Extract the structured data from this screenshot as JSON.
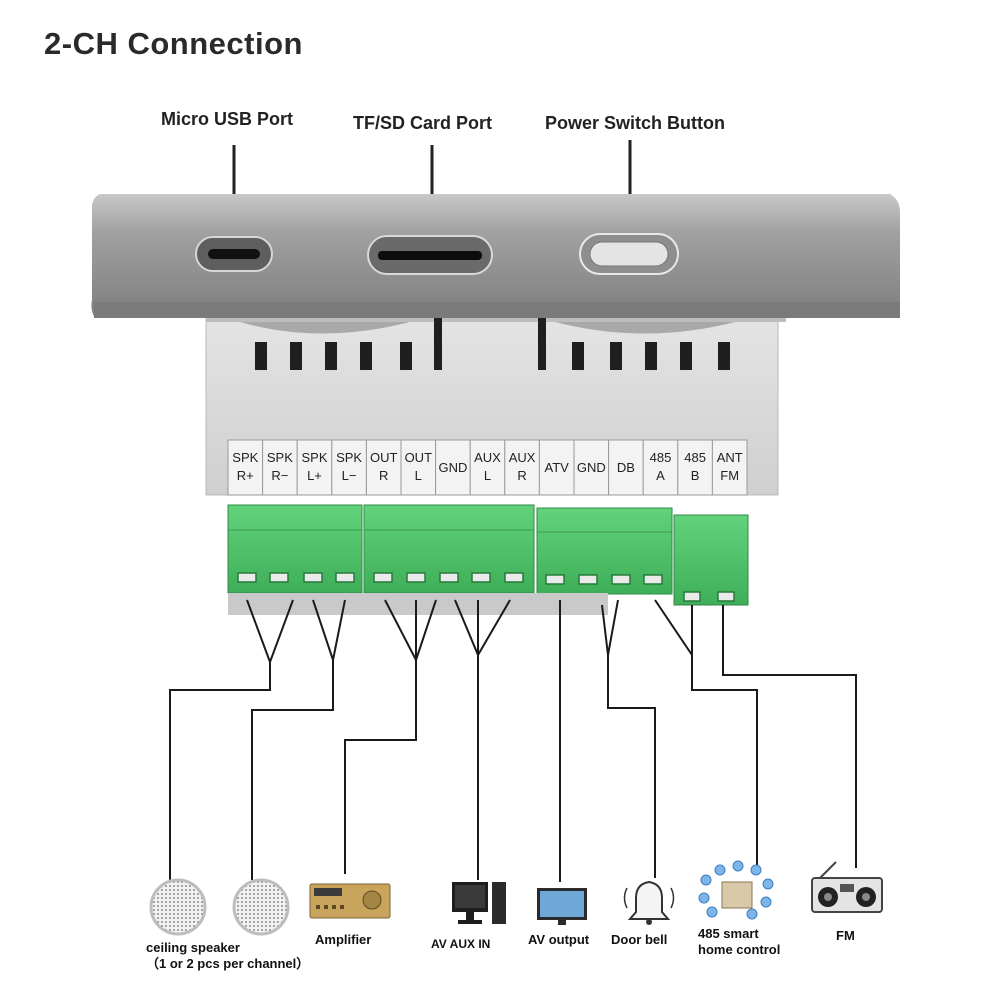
{
  "title": "2-CH Connection",
  "ports": [
    {
      "id": "usb",
      "label": "Micro USB Port"
    },
    {
      "id": "tf",
      "label": "TF/SD Card Port"
    },
    {
      "id": "power",
      "label": "Power Switch Button"
    }
  ],
  "terminals": [
    {
      "line1": "SPK",
      "line2": "R+"
    },
    {
      "line1": "SPK",
      "line2": "R−"
    },
    {
      "line1": "SPK",
      "line2": "L+"
    },
    {
      "line1": "SPK",
      "line2": "L−"
    },
    {
      "line1": "OUT",
      "line2": "R"
    },
    {
      "line1": "OUT",
      "line2": "L"
    },
    {
      "line1": "GND",
      "line2": ""
    },
    {
      "line1": "AUX",
      "line2": "L"
    },
    {
      "line1": "AUX",
      "line2": "R"
    },
    {
      "line1": "ATV",
      "line2": ""
    },
    {
      "line1": "GND",
      "line2": ""
    },
    {
      "line1": "DB",
      "line2": ""
    },
    {
      "line1": "485",
      "line2": "A"
    },
    {
      "line1": "485",
      "line2": "B"
    },
    {
      "line1": "ANT",
      "line2": "FM"
    }
  ],
  "devices": {
    "speaker": {
      "line1": "ceiling speaker",
      "line2": "（1 or 2 pcs per channel）"
    },
    "amplifier": "Amplifier",
    "av_aux_in": "AV AUX IN",
    "av_output": "AV output",
    "door_bell": "Door bell",
    "smart_home": {
      "line1": "485 smart",
      "line2": "home control"
    },
    "fm": "FM"
  },
  "colors": {
    "panel": "#9b9b9b",
    "body": "#d9d9d9",
    "terminal_green": "#4fc36a",
    "line": "#1a1a1a"
  }
}
